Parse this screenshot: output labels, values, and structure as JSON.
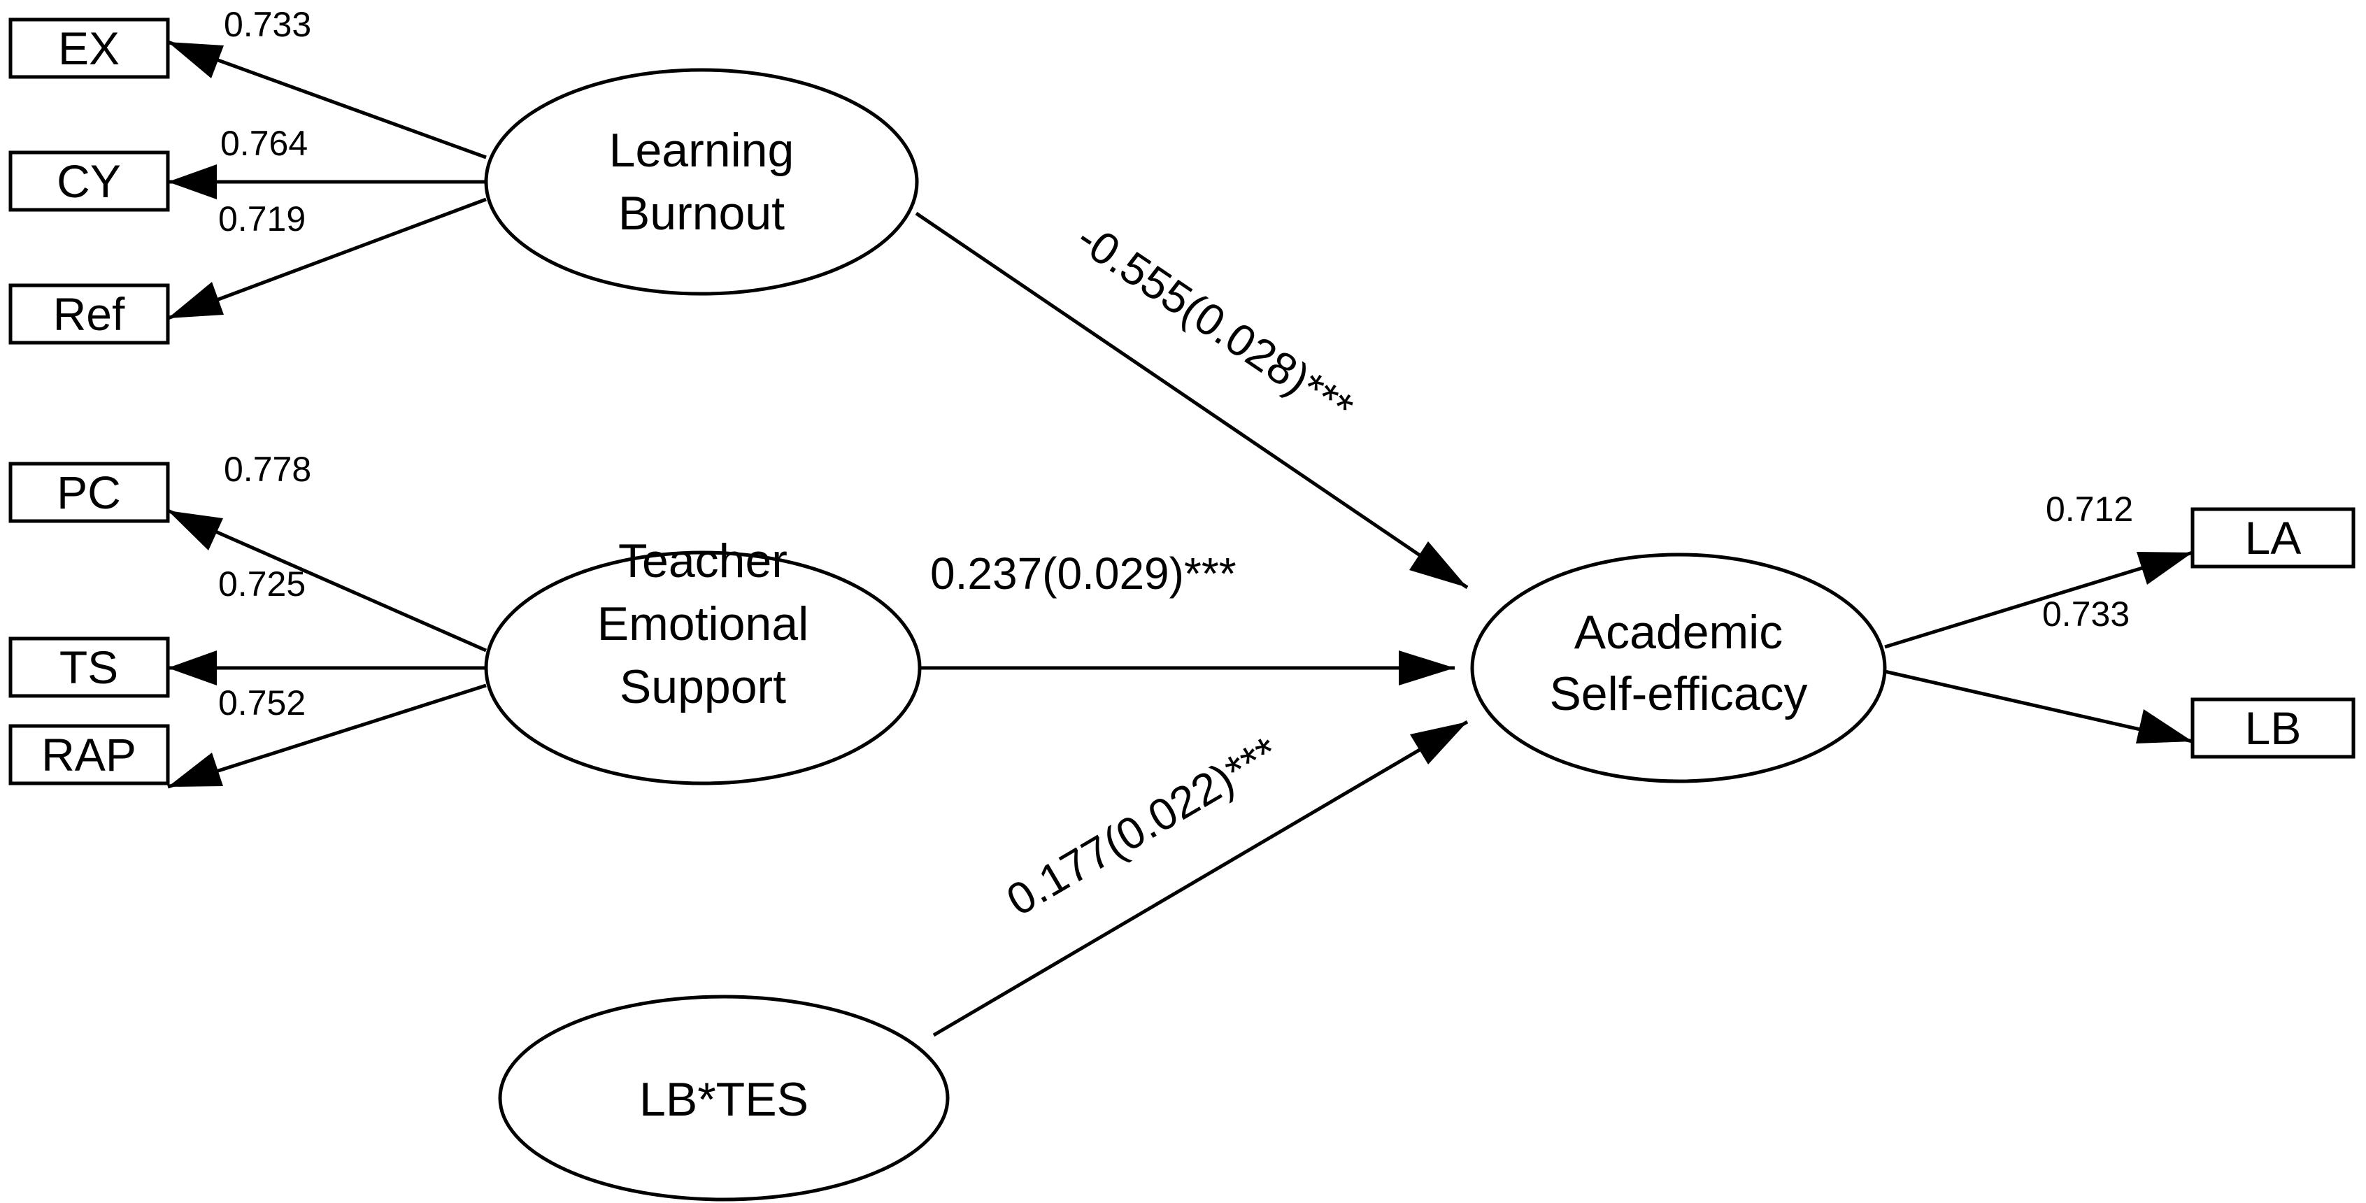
{
  "latents": {
    "lb": {
      "lines": [
        "Learning",
        "Burnout"
      ]
    },
    "tes": {
      "lines": [
        "Teacher",
        "Emotional",
        "Support"
      ]
    },
    "ase": {
      "lines": [
        "Academic",
        "Self-efficacy"
      ]
    },
    "int": {
      "lines": [
        "LB*TES"
      ]
    }
  },
  "indicators": {
    "ex": "EX",
    "cy": "CY",
    "ref": "Ref",
    "pc": "PC",
    "ts": "TS",
    "rap": "RAP",
    "la": "LA",
    "lb": "LB"
  },
  "loadings": {
    "ex": "0.733",
    "cy": "0.764",
    "ref": "0.719",
    "pc": "0.778",
    "ts": "0.725",
    "rap": "0.752",
    "la": "0.712",
    "lb": "0.733"
  },
  "paths": {
    "lb_ase": "-0.555(0.028)***",
    "tes_ase": "0.237(0.029)***",
    "int_ase": "0.177(0.022)***"
  }
}
